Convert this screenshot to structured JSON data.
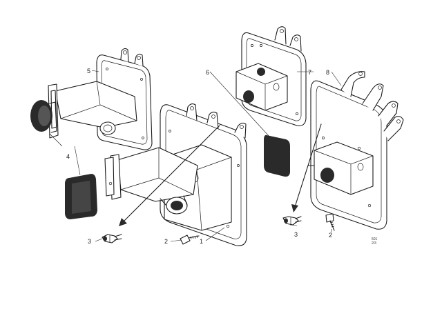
{
  "diagram": {
    "callouts": [
      {
        "id": "c5",
        "text": "5"
      },
      {
        "id": "c6",
        "text": "6"
      },
      {
        "id": "c7",
        "text": "7"
      },
      {
        "id": "c8",
        "text": "8"
      },
      {
        "id": "c4",
        "text": "4"
      },
      {
        "id": "c3a",
        "text": "3"
      },
      {
        "id": "c2a",
        "text": "2"
      },
      {
        "id": "c1",
        "text": "1"
      },
      {
        "id": "c3b",
        "text": "3"
      },
      {
        "id": "c2b",
        "text": "2"
      }
    ],
    "drawing_code": {
      "line1": "501",
      "line2": "2/3"
    }
  }
}
